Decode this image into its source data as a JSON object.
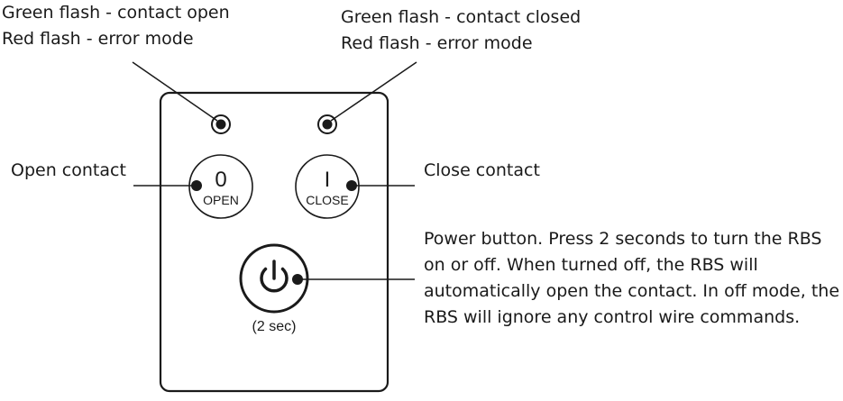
{
  "annotations": {
    "left_led": {
      "line1": "Green flash - contact open",
      "line2": "Red flash - error mode"
    },
    "right_led": {
      "line1": "Green flash - contact closed",
      "line2": "Red flash - error mode"
    },
    "open_button": "Open contact",
    "close_button": "Close contact",
    "power_button": {
      "line1": "Power button. Press 2 seconds to turn the RBS",
      "line2": "on or off. When turned off, the RBS will",
      "line3": "automatically open the contact. In off mode, the",
      "line4": "RBS will ignore any control wire commands."
    }
  },
  "device": {
    "open_button": {
      "symbol": "0",
      "text": "OPEN"
    },
    "close_button": {
      "symbol": "I",
      "text": "CLOSE"
    },
    "power_button": {
      "caption": "(2 sec)"
    }
  },
  "colors": {
    "stroke": "#1a1a1a",
    "panel_fill": "#ffffff"
  }
}
